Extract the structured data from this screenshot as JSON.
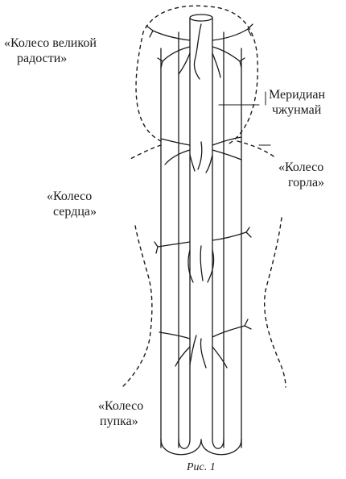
{
  "labels": {
    "great_joy_wheel": [
      "«Колесо великой",
      "радости»"
    ],
    "meridian": [
      "Меридиан",
      "чжунмай"
    ],
    "throat_wheel": [
      "«Колесо",
      "горла»"
    ],
    "heart_wheel": [
      "«Колесо",
      "сердца»"
    ],
    "navel_wheel": [
      "«Колесо",
      "пупка»"
    ]
  },
  "caption": "Рис. 1",
  "colors": {
    "ink": "#1a1a1a",
    "background": "#ffffff"
  }
}
